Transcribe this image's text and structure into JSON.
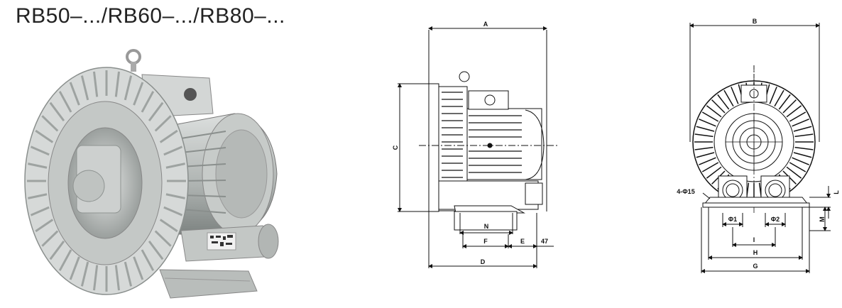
{
  "title": "RB50–.../RB60–.../RB80–...",
  "side_view": {
    "dims": {
      "A": "A",
      "C": "C",
      "N": "N",
      "F": "F",
      "E": "E",
      "E2": "47",
      "D": "D"
    }
  },
  "front_view": {
    "dims": {
      "B": "B",
      "hole": "4-Φ15",
      "L": "L",
      "M": "M",
      "phi1": "Φ1",
      "phi2": "Φ2",
      "I": "I",
      "H": "H",
      "G": "G"
    }
  },
  "colors": {
    "photo_body": "#c9ccca",
    "photo_shadow": "#8e9392",
    "line": "#111111"
  }
}
